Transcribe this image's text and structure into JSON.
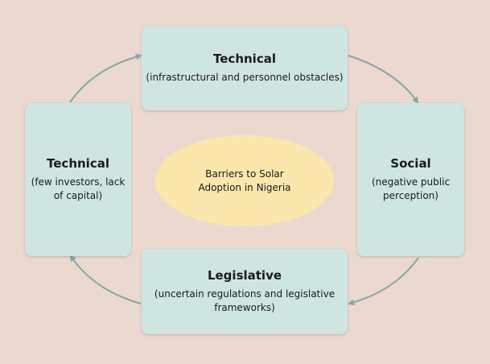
{
  "colors": {
    "background": "#ebd9d0",
    "box": "#cfe5e2",
    "center": "#fbe7ac",
    "arrow": "#86a6a1"
  },
  "center": {
    "text": "Barriers to Solar Adoption in Nigeria"
  },
  "nodes": {
    "top": {
      "title": "Technical",
      "desc": "(infrastructural and personnel obstacles)"
    },
    "right": {
      "title": "Social",
      "desc": "(negative public perception)"
    },
    "bottom": {
      "title": "Legislative",
      "desc": "(uncertain regulations and legislative frameworks)"
    },
    "left": {
      "title": "Technical",
      "desc": "(few investors, lack of capital)"
    }
  }
}
